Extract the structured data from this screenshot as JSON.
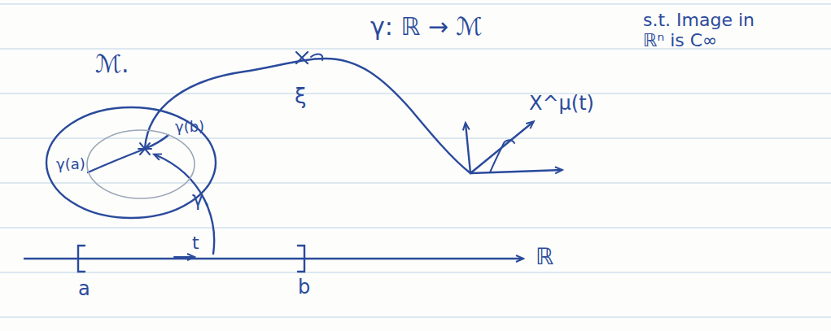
{
  "diagram": {
    "nodes": [
      {
        "text": [
          "ℳ.",
          "γ(a)",
          "γ(b)"
        ]
      }
    ],
    "labels": [
      "γ: ℝ → ℳ",
      "s.t. Image in ℝⁿ is C∞",
      "ξ",
      "X^μ(t)",
      "γ.",
      "t",
      "a",
      "b",
      "ℝ"
    ]
  }
}
